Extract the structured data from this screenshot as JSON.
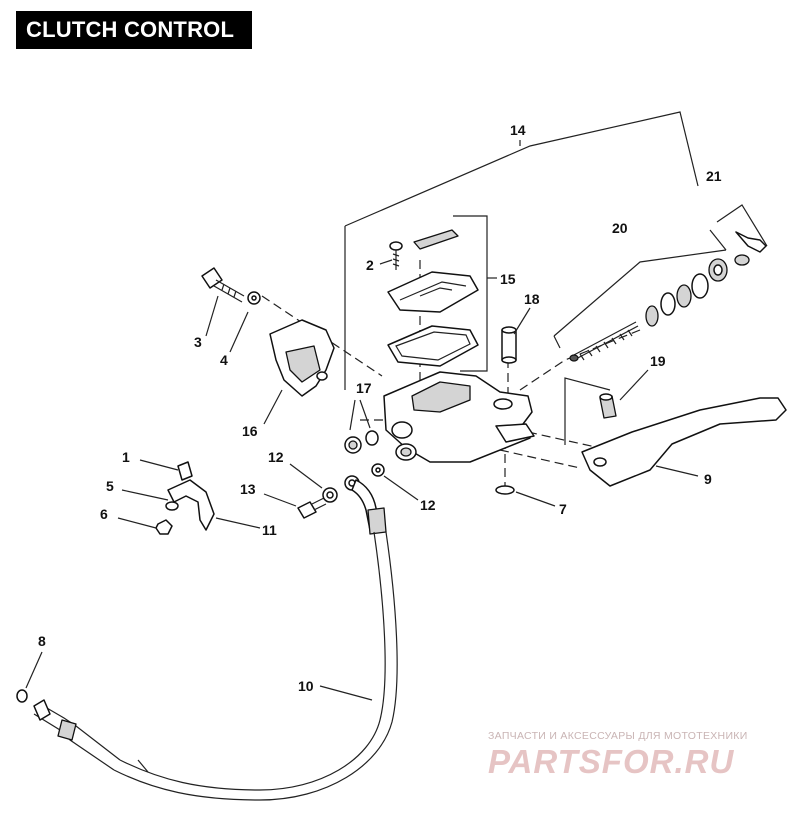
{
  "title": "CLUTCH CONTROL",
  "callouts": [
    {
      "id": "c14",
      "label": "14"
    },
    {
      "id": "c21",
      "label": "21"
    },
    {
      "id": "c20",
      "label": "20"
    },
    {
      "id": "c2",
      "label": "2"
    },
    {
      "id": "c15",
      "label": "15"
    },
    {
      "id": "c18",
      "label": "18"
    },
    {
      "id": "c3",
      "label": "3"
    },
    {
      "id": "c4",
      "label": "4"
    },
    {
      "id": "c17",
      "label": "17"
    },
    {
      "id": "c19",
      "label": "19"
    },
    {
      "id": "c16",
      "label": "16"
    },
    {
      "id": "c9",
      "label": "9"
    },
    {
      "id": "c1",
      "label": "1"
    },
    {
      "id": "c12a",
      "label": "12"
    },
    {
      "id": "c5",
      "label": "5"
    },
    {
      "id": "c13",
      "label": "13"
    },
    {
      "id": "c12b",
      "label": "12"
    },
    {
      "id": "c7",
      "label": "7"
    },
    {
      "id": "c6",
      "label": "6"
    },
    {
      "id": "c11",
      "label": "11"
    },
    {
      "id": "c8",
      "label": "8"
    },
    {
      "id": "c10",
      "label": "10"
    }
  ],
  "watermark": {
    "subtitle": "ЗАПЧАСТИ И АКСЕССУАРЫ ДЛЯ МОТОТЕХНИКИ",
    "logo": "PARTSFOR.RU"
  }
}
